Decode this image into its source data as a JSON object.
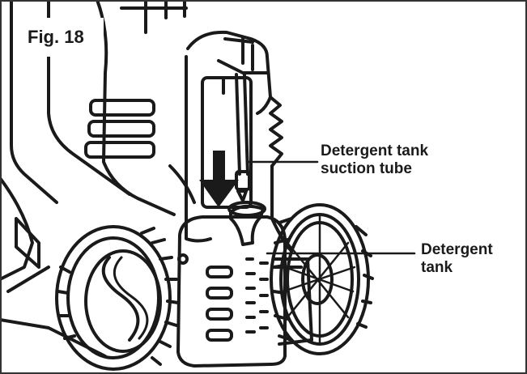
{
  "figure": {
    "label": "Fig. 18",
    "callouts": {
      "suction_tube": {
        "line1": "Detergent tank",
        "line2": "suction tube"
      },
      "detergent_tank": {
        "line1": "Detergent",
        "line2": "tank"
      }
    }
  },
  "colors": {
    "line": "#1a1a1a",
    "background": "#ffffff",
    "frame": "#333333"
  }
}
